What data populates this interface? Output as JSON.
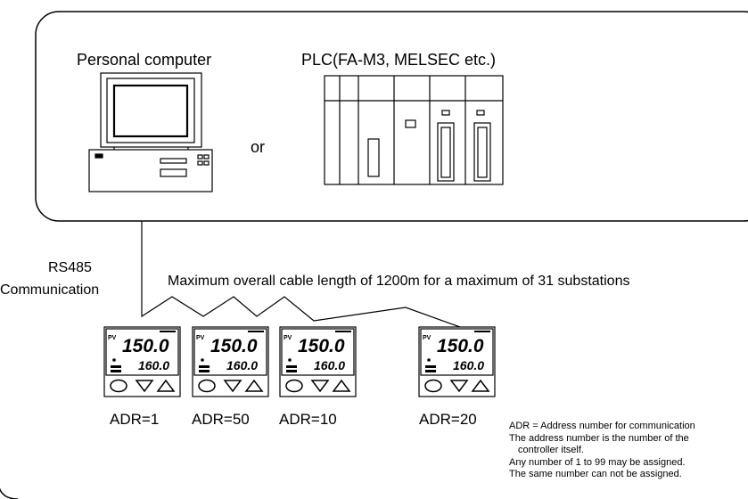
{
  "host_box": {
    "pc_label": "Personal computer",
    "plc_label": "PLC(FA-M3, MELSEC etc.)",
    "or_label": "or"
  },
  "link": {
    "protocol_line1": "RS485",
    "protocol_line2": "Communication",
    "cable_note": "Maximum overall cable length of 1200m for a maximum of 31 substations"
  },
  "controllers": [
    {
      "pv": "150.0",
      "sp": "160.0",
      "address": "ADR=1"
    },
    {
      "pv": "150.0",
      "sp": "160.0",
      "address": "ADR=50"
    },
    {
      "pv": "150.0",
      "sp": "160.0",
      "address": "ADR=10"
    },
    {
      "pv": "150.0",
      "sp": "160.0",
      "address": "ADR=20"
    }
  ],
  "footnote": {
    "line1": "ADR = Address number for communication",
    "line2": "The address number is the number of the",
    "line3": "controller itself.",
    "line4": "Any number of 1 to 99 may be assigned.",
    "line5": "The same number can not be assigned."
  }
}
